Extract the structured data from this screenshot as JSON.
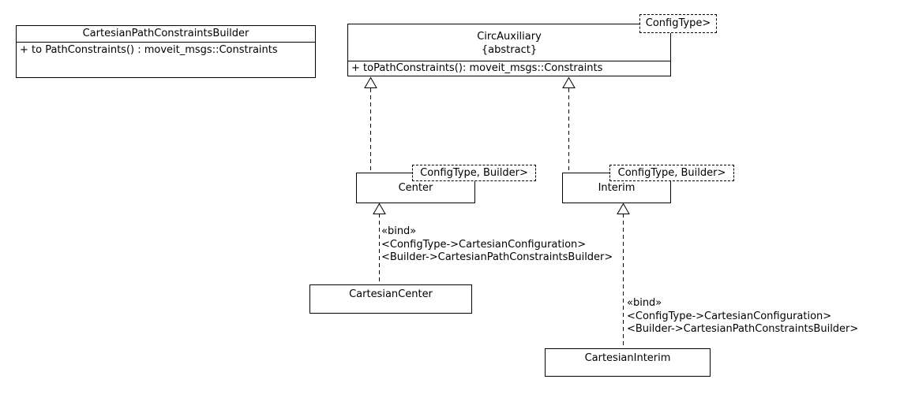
{
  "colors": {
    "line": "#000000",
    "background": "#ffffff",
    "text": "#000000"
  },
  "classes": {
    "builder": {
      "name": "CartesianPathConstraintsBuilder",
      "member": "+ to PathConstraints() : moveit_msgs::Constraints"
    },
    "circ_auxiliary": {
      "name": "CircAuxiliary",
      "modifier": "{abstract}",
      "member": "+ toPathConstraints(): moveit_msgs::Constraints",
      "template_params": "ConfigType>"
    },
    "center": {
      "name": "Center",
      "template_params": "ConfigType, Builder>"
    },
    "interim": {
      "name": "Interim",
      "template_params": "ConfigType, Builder>"
    },
    "cartesian_center": {
      "name": "CartesianCenter"
    },
    "cartesian_interim": {
      "name": "CartesianInterim"
    }
  },
  "bind_labels": {
    "center_bind": {
      "stereotype": "«bind»",
      "param1": "<ConfigType->CartesianConfiguration>",
      "param2": "<Builder->CartesianPathConstraintsBuilder>"
    },
    "interim_bind": {
      "stereotype": "«bind»",
      "param1": "<ConfigType->CartesianConfiguration>",
      "param2": "<Builder->CartesianPathConstraintsBuilder>"
    }
  },
  "relations": [
    {
      "from": "Center",
      "to": "CircAuxiliary",
      "type": "dashed-generalization"
    },
    {
      "from": "Interim",
      "to": "CircAuxiliary",
      "type": "dashed-generalization"
    },
    {
      "from": "CartesianCenter",
      "to": "Center",
      "type": "bind"
    },
    {
      "from": "CartesianInterim",
      "to": "Interim",
      "type": "bind"
    }
  ]
}
